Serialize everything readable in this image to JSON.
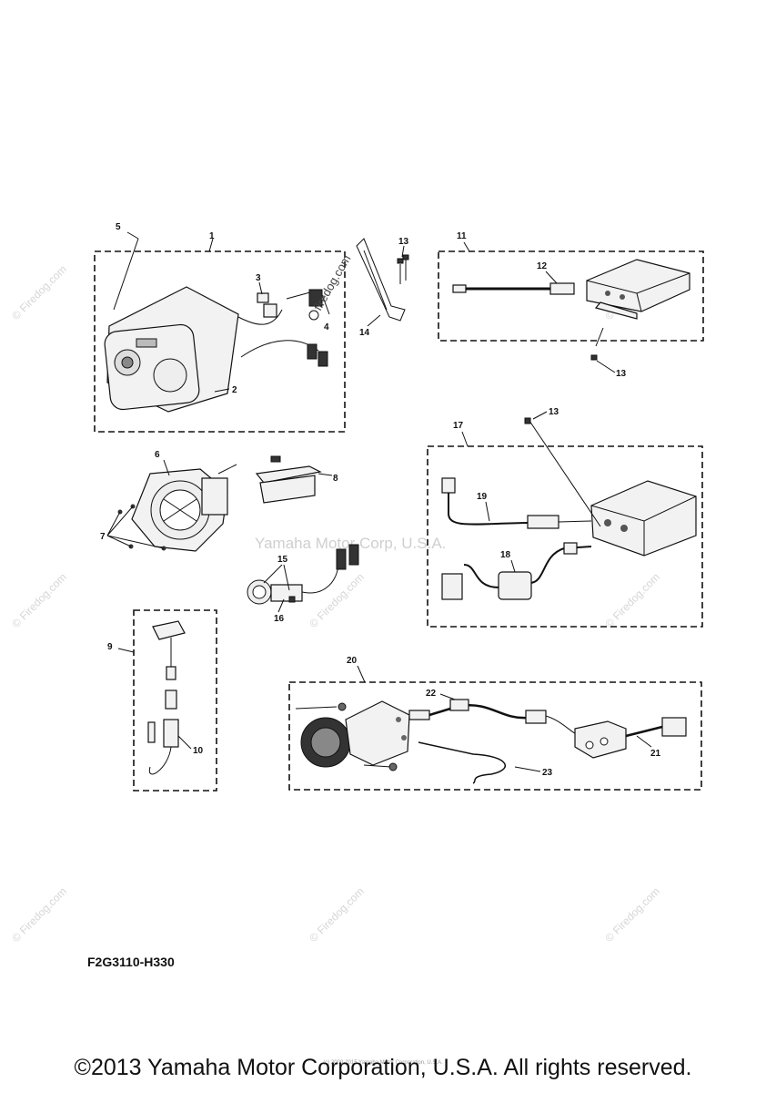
{
  "diagram": {
    "callouts": [
      "1",
      "2",
      "3",
      "4",
      "5",
      "6",
      "7",
      "8",
      "9",
      "10",
      "11",
      "12",
      "13",
      "14",
      "15",
      "16",
      "17",
      "18",
      "19",
      "20",
      "21",
      "22",
      "23"
    ],
    "watermark_center": "Yamaha Motor Corp, U.S.A.",
    "watermark_site": "© Firedog.com",
    "watermark_inline": "firedog.com"
  },
  "footer": {
    "diagram_code": "F2G3110-H330",
    "small_notice": "(c) 2000-2015 Yamaha Motor Corporation, U.S.A.",
    "copyright": "©2013 Yamaha Motor Corporation, U.S.A. All rights reserved."
  }
}
